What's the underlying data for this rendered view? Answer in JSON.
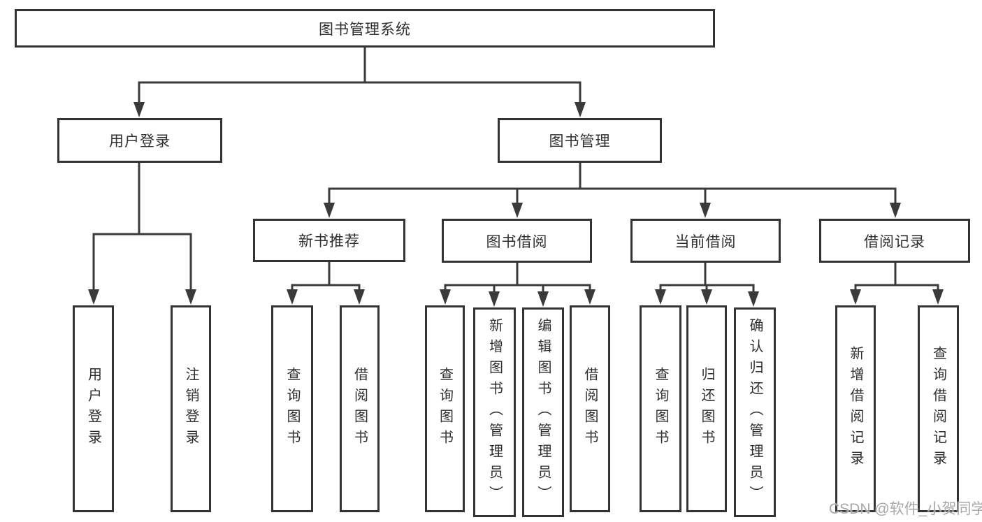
{
  "tree": {
    "label": "图书管理系统",
    "children": [
      {
        "label": "用户登录",
        "children": [
          {
            "label": "用户登录"
          },
          {
            "label": "注销登录"
          }
        ]
      },
      {
        "label": "图书管理",
        "children": [
          {
            "label": "新书推荐",
            "children": [
              {
                "label": "查询图书"
              },
              {
                "label": "借阅图书"
              }
            ]
          },
          {
            "label": "图书借阅",
            "children": [
              {
                "label": "查询图书"
              },
              {
                "label": "新增图书（管理员）"
              },
              {
                "label": "编辑图书（管理员）"
              },
              {
                "label": "借阅图书"
              }
            ]
          },
          {
            "label": "当前借阅",
            "children": [
              {
                "label": "查询图书"
              },
              {
                "label": "归还图书"
              },
              {
                "label": "确认归还（管理员）"
              }
            ]
          },
          {
            "label": "借阅记录",
            "children": [
              {
                "label": "新增借阅记录"
              },
              {
                "label": "查询借阅记录"
              }
            ]
          }
        ]
      }
    ]
  },
  "watermark": "CSDN @软件_小贺同学",
  "colors": {
    "line": "#3a3a3a",
    "border": "#333333",
    "background": "#ffffff",
    "watermark": "#a8a8a8"
  }
}
